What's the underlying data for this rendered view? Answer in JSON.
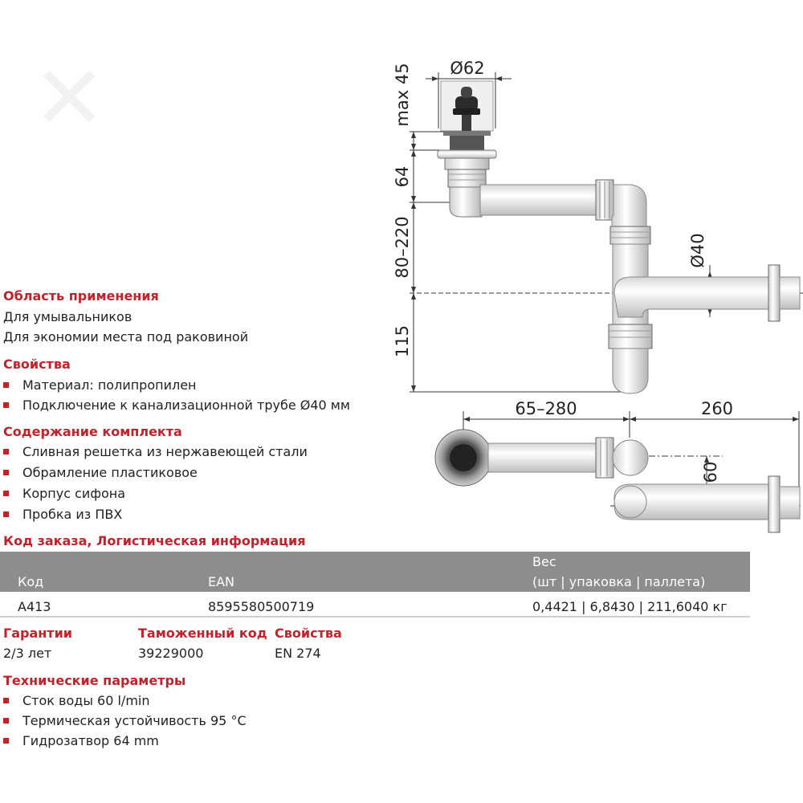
{
  "drawing": {
    "dims": {
      "d62": "Ø62",
      "max45": "max 45",
      "d64": "64",
      "d80_220": "80–220",
      "d115": "115",
      "d40": "Ø40",
      "d65_280": "65–280",
      "d260": "260",
      "d60": "60"
    }
  },
  "application": {
    "title": "Область применения",
    "lines": [
      "Для умывальников",
      "Для экономии места под раковиной"
    ]
  },
  "properties": {
    "title": "Свойства",
    "items": [
      "Материал: полипропилен",
      "Подключение к канализационной трубе Ø40 мм"
    ]
  },
  "kit": {
    "title": "Содержание комплекта",
    "items": [
      "Сливная решетка из нержавеющей стали",
      "Обрамление пластиковое",
      "Корпус сифона",
      "Пробка из ПВХ"
    ]
  },
  "order": {
    "title": "Код заказа, Логистическая информация",
    "headers": {
      "code": "Код",
      "ean": "EAN",
      "weight_line1": "Вес",
      "weight_line2": "(шт | упаковка | паллета)"
    },
    "row": {
      "code": "A413",
      "ean": "8595580500719",
      "weight": "0,4421 | 6,8430 | 211,6040 кг"
    }
  },
  "warranty": {
    "title": "Гарантии",
    "value": "2/3 лет"
  },
  "customs": {
    "title": "Таможенный код",
    "value": "39229000"
  },
  "props2": {
    "title": "Свойства",
    "value": "EN 274"
  },
  "tech": {
    "title": "Технические параметры",
    "items": [
      "Сток воды 60 l/min",
      "Термическая устойчивость 95 °C",
      "Гидрозатвор 64 mm"
    ]
  }
}
